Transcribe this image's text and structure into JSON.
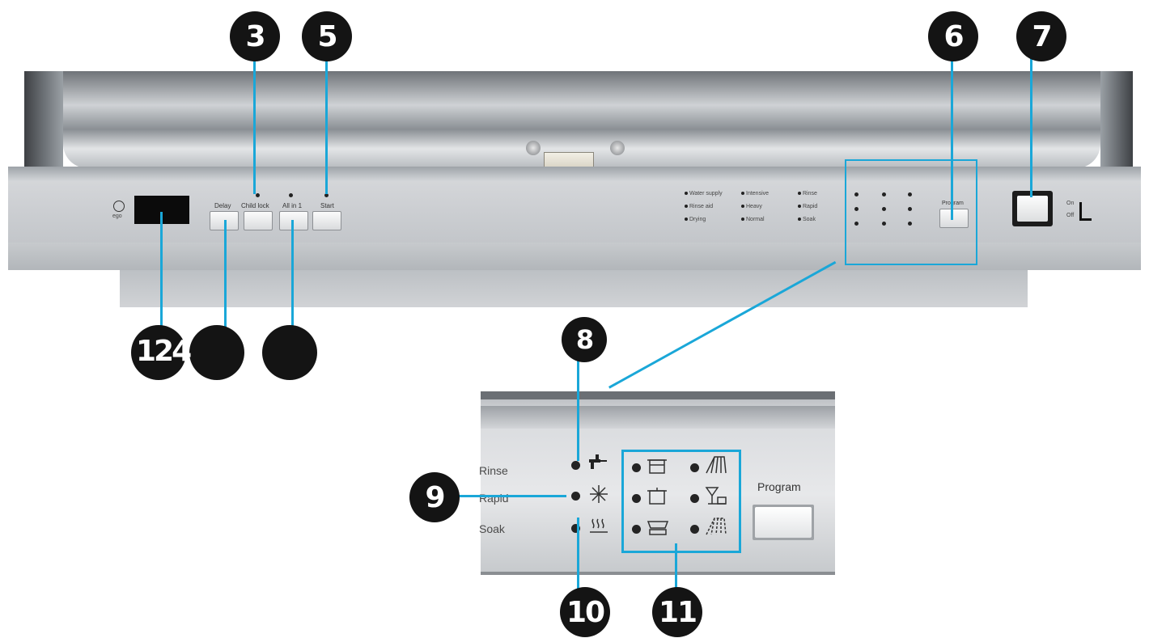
{
  "callouts": [
    {
      "id": "c3",
      "label": "3"
    },
    {
      "id": "c5",
      "label": "5"
    },
    {
      "id": "c6",
      "label": "6"
    },
    {
      "id": "c7",
      "label": "7"
    },
    {
      "id": "c124",
      "label": "124"
    },
    {
      "id": "c8",
      "label": "8"
    },
    {
      "id": "c9",
      "label": "9"
    },
    {
      "id": "c10",
      "label": "10"
    },
    {
      "id": "c11",
      "label": "11"
    }
  ],
  "panel": {
    "timer_label": "ego",
    "buttons": {
      "delay": "Delay",
      "child_lock": "Child lock",
      "all_in_one": "All in 1",
      "start": "Start",
      "program": "Program"
    },
    "legend": [
      [
        "Water supply",
        "Intensive",
        "Rinse"
      ],
      [
        "Rinse aid",
        "Heavy",
        "Rapid"
      ],
      [
        "Drying",
        "Normal",
        "Soak"
      ]
    ],
    "power": {
      "on": "On",
      "off": "Off"
    }
  },
  "zoom": {
    "rows": [
      "Rinse",
      "Rapid",
      "Soak"
    ],
    "program_label": "Program"
  },
  "colors": {
    "callout_line": "#1aa7d8",
    "badge": "#141414",
    "steel": "#c9ccd0"
  }
}
